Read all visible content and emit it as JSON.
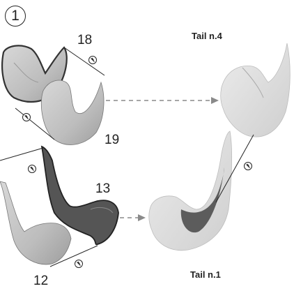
{
  "panel_number": "1",
  "labels": {
    "piece_18": "18",
    "piece_19": "19",
    "piece_13": "13",
    "piece_12": "12",
    "tail_4": "Tail n.4",
    "tail_1": "Tail n.1"
  },
  "colors": {
    "piece_fill": "#c4c4c4",
    "piece_dark": "#5a5a5a",
    "tail_light": "#dedede",
    "arrow": "#8a8a8a",
    "line": "#222222"
  },
  "icons": [
    "symmetry-marker-icon"
  ]
}
